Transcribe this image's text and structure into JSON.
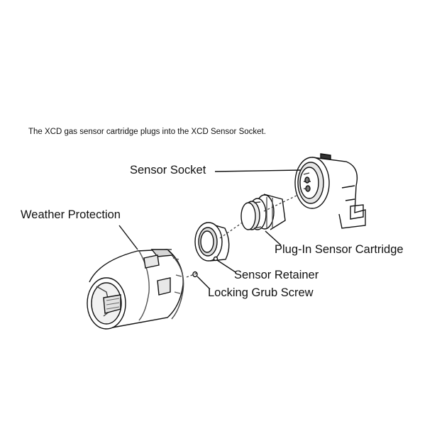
{
  "caption": "The XCD gas sensor cartridge plugs into the XCD Sensor Socket.",
  "labels": {
    "sensor_socket": "Sensor Socket",
    "weather_protection": "Weather Protection",
    "plug_in_cartridge": "Plug-In Sensor Cartridge",
    "sensor_retainer": "Sensor Retainer",
    "locking_grub_screw": "Locking Grub Screw"
  },
  "colors": {
    "line": "#111111",
    "shade": "#cfcfcf",
    "dark": "#3a3a3a"
  }
}
